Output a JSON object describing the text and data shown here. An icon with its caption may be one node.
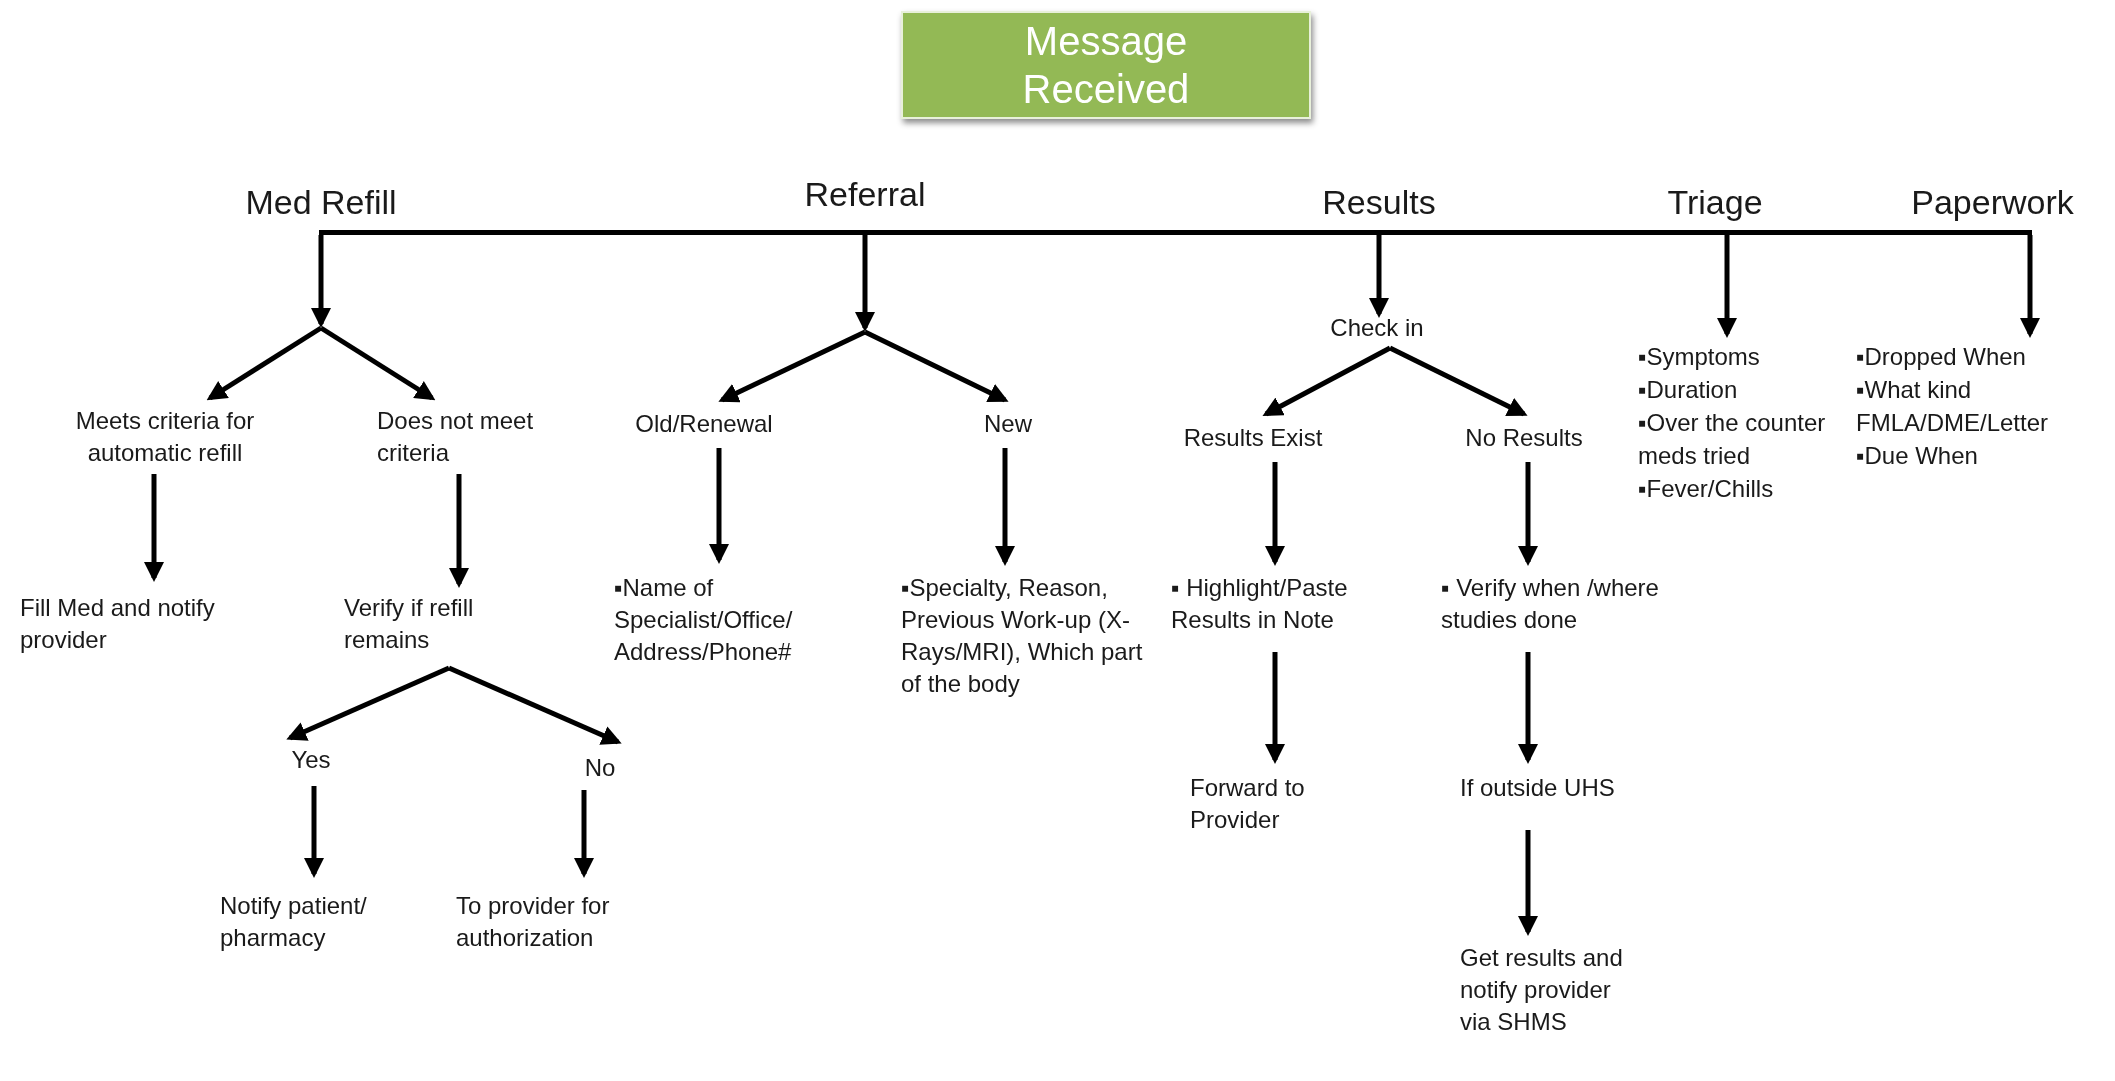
{
  "diagram": {
    "nodes": [
      {
        "text": [
          "Message Received"
        ]
      },
      {
        "text": [
          "Med Refill"
        ]
      },
      {
        "text": [
          "Referral"
        ]
      },
      {
        "text": [
          "Results"
        ]
      },
      {
        "text": [
          "Triage"
        ]
      },
      {
        "text": [
          "Paperwork"
        ]
      },
      {
        "text": [
          "Meets criteria for automatic refill"
        ]
      },
      {
        "text": [
          "Does not meet criteria"
        ]
      },
      {
        "text": [
          "Old/Renewal"
        ]
      },
      {
        "text": [
          "New"
        ]
      },
      {
        "text": [
          "Check in"
        ]
      },
      {
        "text": [
          "Results Exist"
        ]
      },
      {
        "text": [
          "No Results"
        ]
      },
      {
        "text": [
          "▪Symptoms",
          "▪Duration",
          "▪Over the counter meds tried",
          "▪Fever/Chills"
        ]
      },
      {
        "text": [
          "▪Dropped When",
          "▪What kind FMLA/DME/Letter",
          "▪Due When"
        ]
      },
      {
        "text": [
          "Fill Med and notify provider"
        ]
      },
      {
        "text": [
          "Verify if refill remains"
        ]
      },
      {
        "text": [
          "▪Name of Specialist/Office/ Address/Phone#"
        ]
      },
      {
        "text": [
          "▪Specialty, Reason, Previous Work-up (X-Rays/MRI), Which part of the body"
        ]
      },
      {
        "text": [
          "▪ Highlight/Paste Results in Note"
        ]
      },
      {
        "text": [
          "▪ Verify when /where studies done"
        ]
      },
      {
        "text": [
          "Yes"
        ]
      },
      {
        "text": [
          "No"
        ]
      },
      {
        "text": [
          "Forward to Provider"
        ]
      },
      {
        "text": [
          "If outside UHS"
        ]
      },
      {
        "text": [
          "Notify patient/ pharmacy"
        ]
      },
      {
        "text": [
          "To provider for authorization"
        ]
      },
      {
        "text": [
          "Get results and notify provider via SHMS"
        ]
      },
      {
        "text": [],
        "shape": "bar"
      }
    ],
    "edges": [
      {
        "from": 28,
        "to": 6,
        "arrow": "to"
      },
      {
        "from": 28,
        "to": 7,
        "arrow": "to"
      },
      {
        "from": 28,
        "to": 8,
        "arrow": "to"
      },
      {
        "from": 28,
        "to": 9,
        "arrow": "to"
      },
      {
        "from": 28,
        "to": 10,
        "arrow": "to"
      },
      {
        "from": 28,
        "to": 13,
        "arrow": "to"
      },
      {
        "from": 28,
        "to": 14,
        "arrow": "to"
      },
      {
        "from": 6,
        "to": 15,
        "arrow": "to"
      },
      {
        "from": 7,
        "to": 16,
        "arrow": "to"
      },
      {
        "from": 16,
        "to": 21,
        "arrow": "to"
      },
      {
        "from": 16,
        "to": 22,
        "arrow": "to"
      },
      {
        "from": 8,
        "to": 17,
        "arrow": "to"
      },
      {
        "from": 9,
        "to": 18,
        "arrow": "to"
      },
      {
        "from": 10,
        "to": 11,
        "arrow": "to"
      },
      {
        "from": 10,
        "to": 12,
        "arrow": "to"
      },
      {
        "from": 11,
        "to": 19,
        "arrow": "to"
      },
      {
        "from": 12,
        "to": 20,
        "arrow": "to"
      },
      {
        "from": 21,
        "to": 25,
        "arrow": "to"
      },
      {
        "from": 22,
        "to": 26,
        "arrow": "to"
      },
      {
        "from": 19,
        "to": 23,
        "arrow": "to"
      },
      {
        "from": 20,
        "to": 24,
        "arrow": "to"
      },
      {
        "from": 24,
        "to": 27,
        "arrow": "to"
      }
    ]
  }
}
